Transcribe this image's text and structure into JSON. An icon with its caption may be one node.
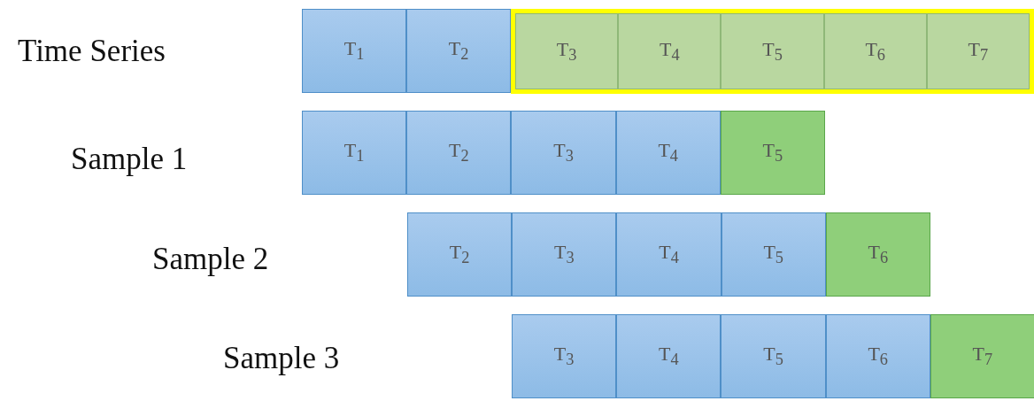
{
  "diagram": {
    "nodes": [
      {
        "text": [
          "T$_{1}$"
        ]
      },
      {
        "text": [
          "T$_{2}$"
        ]
      },
      {
        "text": [],
        "shape": "box"
      },
      {
        "text": [
          "T$_{3}$"
        ],
        "in": 2
      },
      {
        "text": [
          "T$_{4}$"
        ],
        "in": 2
      },
      {
        "text": [
          "T$_{5}$"
        ],
        "in": 2
      },
      {
        "text": [
          "T$_{6}$"
        ],
        "in": 2
      },
      {
        "text": [
          "T$_{7}$"
        ],
        "in": 2
      },
      {
        "text": [
          "T$_{1}$"
        ]
      },
      {
        "text": [
          "T$_{2}$"
        ]
      },
      {
        "text": [
          "T$_{3}$"
        ]
      },
      {
        "text": [
          "T$_{4}$"
        ]
      },
      {
        "text": [
          "T$_{5}$"
        ]
      },
      {
        "text": [
          "T$_{2}$"
        ]
      },
      {
        "text": [
          "T$_{3}$"
        ]
      },
      {
        "text": [
          "T$_{4}$"
        ]
      },
      {
        "text": [
          "T$_{5}$"
        ]
      },
      {
        "text": [
          "T$_{6}$"
        ]
      },
      {
        "text": [
          "T$_{3}$"
        ]
      },
      {
        "text": [
          "T$_{4}$"
        ]
      },
      {
        "text": [
          "T$_{5}$"
        ]
      },
      {
        "text": [
          "T$_{6}$"
        ]
      },
      {
        "text": [
          "T$_{7}$"
        ]
      }
    ],
    "labels": [
      "Time Series",
      "Sample 1",
      "Sample 2",
      "Sample 3"
    ]
  }
}
